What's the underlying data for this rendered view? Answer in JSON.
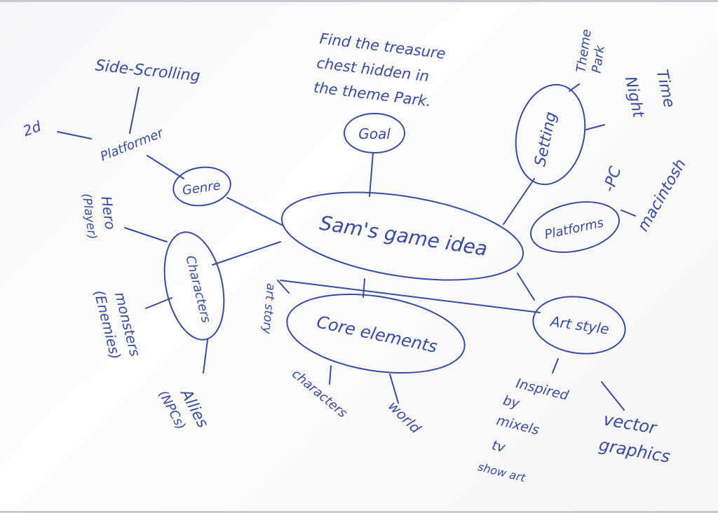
{
  "diagram": {
    "center": "Sam's game idea",
    "nodes": {
      "goal": "Goal",
      "genre": "Genre",
      "characters": "Characters",
      "core_elements": "Core elements",
      "setting": "Setting",
      "platforms": "Platforms",
      "art_style": "Art style"
    },
    "goal_text": [
      "Find the treasure",
      "chest hidden in",
      "the theme Park."
    ],
    "genre_items": {
      "platformer": "Platformer",
      "side_scrolling": "Side-Scrolling",
      "two_d": "2d"
    },
    "character_items": {
      "hero": [
        "Hero",
        "(Player)"
      ],
      "monsters": [
        "monsters",
        "(Enemies)"
      ],
      "allies": [
        "Allies",
        "(NPCs)"
      ]
    },
    "core_items": {
      "art_story": "art story",
      "characters": "characters",
      "world": "world"
    },
    "setting_items": {
      "theme_park": [
        "Theme",
        "Park"
      ],
      "night_time": [
        "Night",
        "Time"
      ]
    },
    "platform_items": {
      "pc": "-PC",
      "macintosh": "macintosh"
    },
    "art_items": {
      "inspired": [
        "Inspired",
        "by",
        "mixels",
        "tv",
        "show art"
      ],
      "vector": [
        "vector",
        "graphics"
      ]
    }
  },
  "colors": {
    "ink": "#3a4a9c",
    "paper": "#fdfdfe"
  }
}
